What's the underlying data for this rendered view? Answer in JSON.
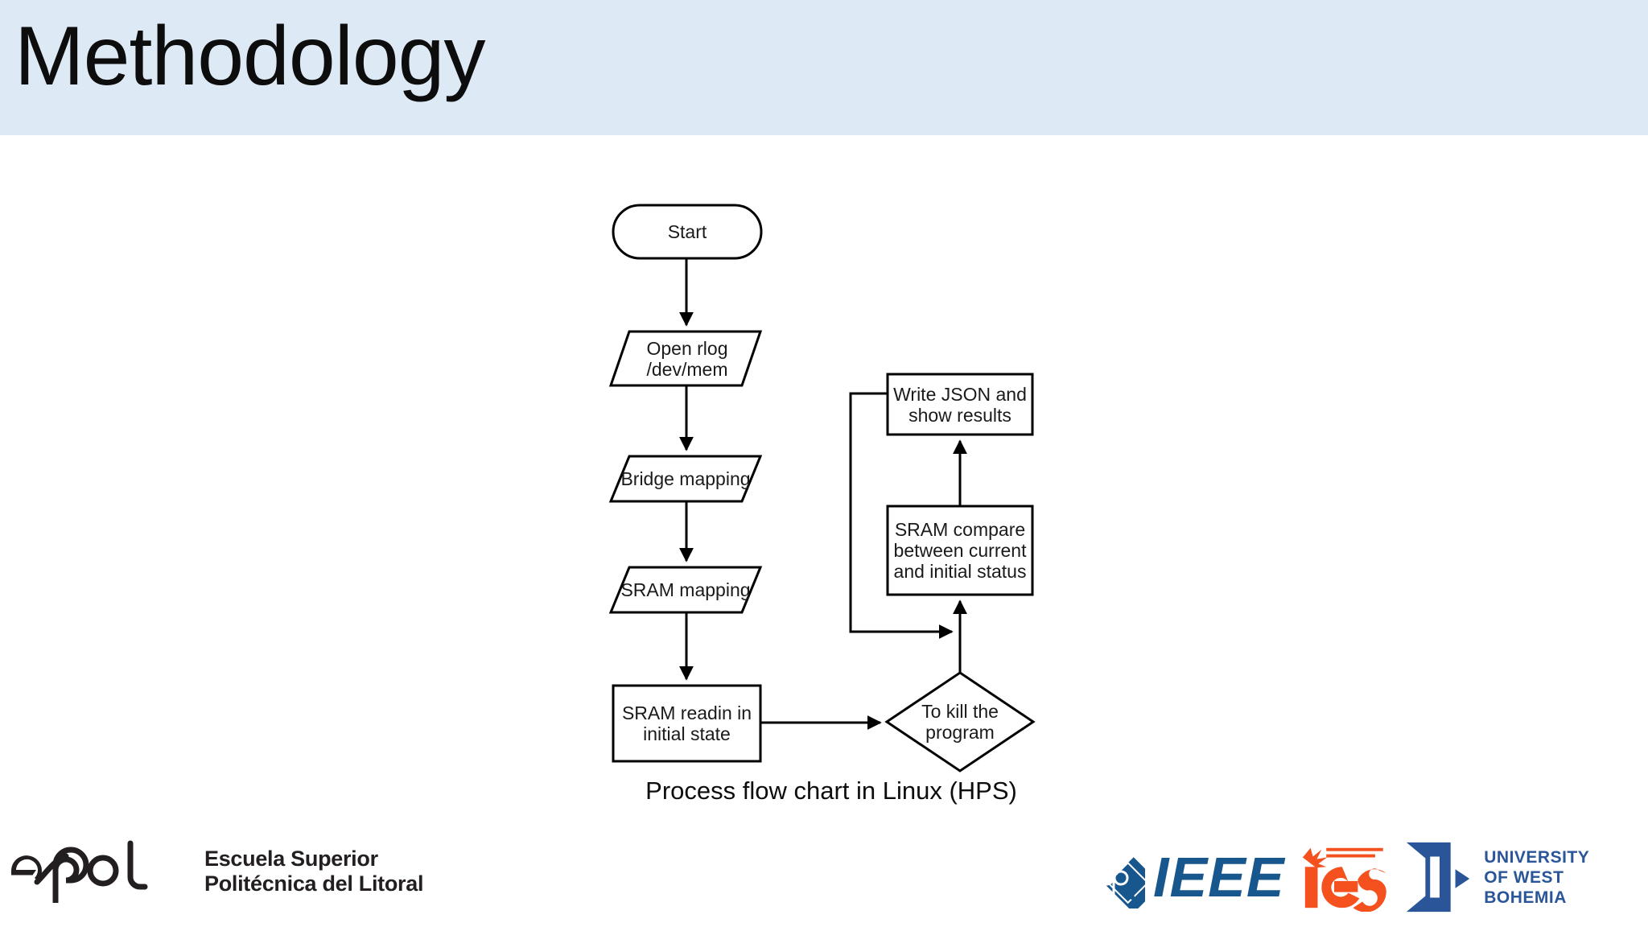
{
  "slide": {
    "title": "Methodology",
    "header_bg": "#dde9f4",
    "background": "#ffffff"
  },
  "figure": {
    "caption": "Process flow chart in Linux (HPS)",
    "nodes": {
      "start": "Start",
      "open_rlog": "Open rlog\n/dev/mem",
      "bridge_mapping": "Bridge mapping",
      "sram_mapping": "SRAM mapping",
      "sram_readin": "SRAM readin in\ninitial state",
      "kill_decision": "To kill the\nprogram",
      "sram_compare": "SRAM compare\nbetween current\nand initial status",
      "write_json": "Write JSON and\nshow results"
    },
    "node_shapes": {
      "start": "terminator-rounded",
      "open_rlog": "parallelogram-io",
      "bridge_mapping": "parallelogram-io",
      "sram_mapping": "parallelogram-io",
      "sram_readin": "process-rectangle",
      "kill_decision": "decision-diamond",
      "sram_compare": "process-rectangle",
      "write_json": "process-rectangle"
    },
    "stroke_color": "#000000",
    "fill_color": "#ffffff"
  },
  "footer": {
    "espol": {
      "wordmark": "espol",
      "name": "Escuela Superior\nPolitécnica del Litoral",
      "color": "#231f20"
    },
    "ieee": {
      "wordmark": "IEEE",
      "color": "#17578e"
    },
    "ies": {
      "wordmark": "ies",
      "color": "#f4511e"
    },
    "uwb": {
      "name": "UNIVERSITY\nOF WEST BOHEMIA",
      "color": "#2a5699"
    }
  }
}
